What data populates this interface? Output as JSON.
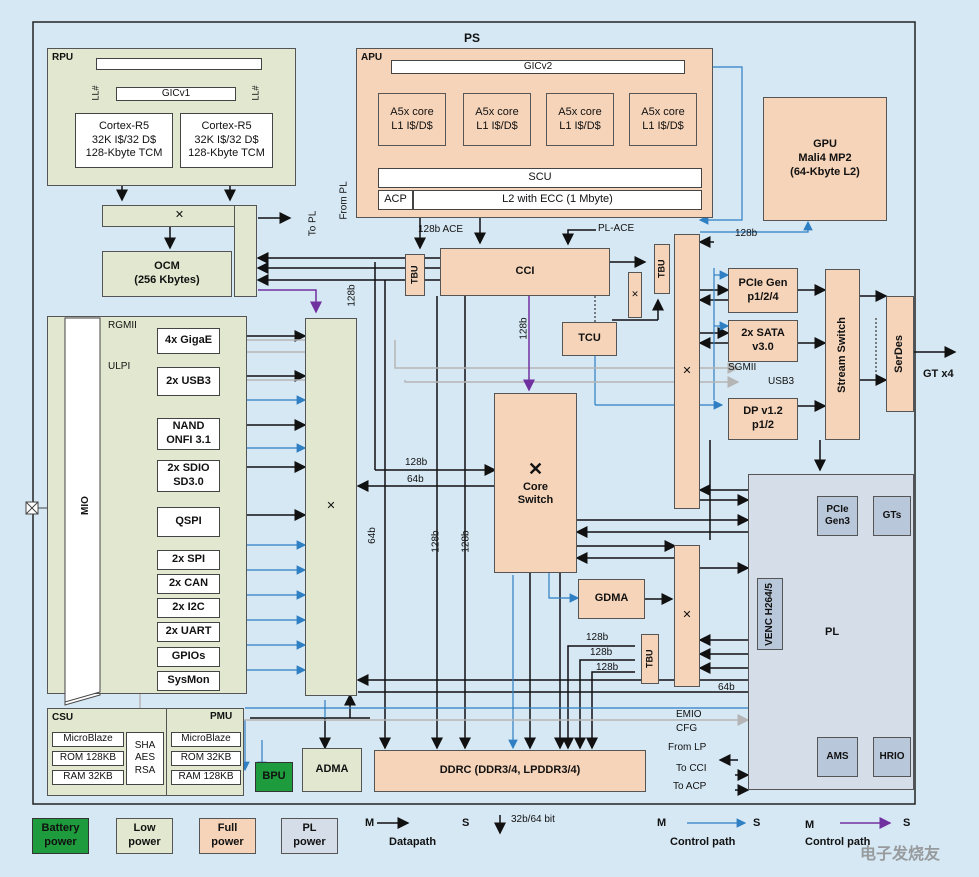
{
  "colors": {
    "bg": "#d6e8f4",
    "low": "#e1e8cf",
    "full": "#f6d4b9",
    "pl": "#d4dde8",
    "battery": "#1e9b3c",
    "control": "#2e7fc3",
    "purple": "#7030a0"
  },
  "ps": {
    "title": "PS"
  },
  "rpu": {
    "title": "RPU",
    "gic": "GICv1",
    "ll1": "LL#",
    "ll2": "LL#",
    "cores": [
      {
        "l1": "Cortex-R5",
        "l2": "32K I$/32 D$",
        "l3": "128-Kbyte TCM"
      },
      {
        "l1": "Cortex-R5",
        "l2": "32K I$/32 D$",
        "l3": "128-Kbyte TCM"
      }
    ]
  },
  "ocm": {
    "l1": "OCM",
    "l2": "(256 Kbytes)"
  },
  "to_pl": "To PL",
  "from_pl": "From PL",
  "apu": {
    "title": "APU",
    "gic": "GICv2",
    "cores": [
      {
        "l1": "A5x core",
        "l2": "L1 I$/D$"
      },
      {
        "l1": "A5x core",
        "l2": "L1 I$/D$"
      },
      {
        "l1": "A5x core",
        "l2": "L1 I$/D$"
      },
      {
        "l1": "A5x core",
        "l2": "L1 I$/D$"
      }
    ],
    "scu": "SCU",
    "acp": "ACP",
    "l2": "L2 with ECC (1 Mbyte)"
  },
  "gpu": {
    "l1": "GPU",
    "l2": "Mali4 MP2",
    "l3": "(64-Kbyte L2)"
  },
  "cci": "CCI",
  "tbu": "TBU",
  "tcu": "TCU",
  "core_switch": {
    "l1": "Core",
    "l2": "Switch"
  },
  "gdma": "GDMA",
  "adma": "ADMA",
  "bpu": "BPU",
  "ddrc": "DDRC (DDR3/4, LPDDR3/4)",
  "pcie_gen": {
    "l1": "PCIe Gen",
    "l2": "p1/2/4"
  },
  "sata": {
    "l1": "2x SATA",
    "l2": "v3.0"
  },
  "dp": {
    "l1": "DP v1.2",
    "l2": "p1/2"
  },
  "stream_switch": "Stream Switch",
  "serdes": "SerDes",
  "gt": "GT x4",
  "mio": "MIO",
  "peripherals": [
    {
      "l1": "4x GigaE"
    },
    {
      "l1": "2x USB3"
    },
    {
      "l1": "NAND",
      "l2": "ONFI 3.1"
    },
    {
      "l1": "2x SDIO",
      "l2": "SD3.0"
    },
    {
      "l1": "QSPI"
    },
    {
      "l1": "2x SPI"
    },
    {
      "l1": "2x CAN"
    },
    {
      "l1": "2x I2C"
    },
    {
      "l1": "2x UART"
    },
    {
      "l1": "GPIOs"
    },
    {
      "l1": "SysMon"
    }
  ],
  "labels": {
    "rgmii": "RGMII",
    "ulpi": "ULPI",
    "sgmii": "SGMII",
    "usb3": "USB3",
    "ace_128": "128b ACE",
    "pl_ace": "PL-ACE",
    "b128": "128b",
    "b64": "64b",
    "emio": "EMIO",
    "cfg": "CFG",
    "from_lp": "From LP",
    "to_cci": "To CCI",
    "to_acp": "To ACP",
    "ddr_bus": "32b/64 bit"
  },
  "csu": {
    "title": "CSU",
    "items": [
      "MicroBlaze",
      "ROM 128KB",
      "RAM 32KB"
    ],
    "sec": [
      "SHA",
      "AES",
      "RSA"
    ]
  },
  "pmu": {
    "title": "PMU",
    "items": [
      "MicroBlaze",
      "ROM 32KB",
      "RAM 128KB"
    ]
  },
  "pl": {
    "title": "PL",
    "pcie": {
      "l1": "PCIe",
      "l2": "Gen3"
    },
    "gts": "GTs",
    "venc": {
      "l1": "VENC",
      "l2": "H264/5"
    },
    "ams": "AMS",
    "hrio": "HRIO"
  },
  "legend": {
    "battery": {
      "l1": "Battery",
      "l2": "power"
    },
    "low": {
      "l1": "Low",
      "l2": "power"
    },
    "full": {
      "l1": "Full",
      "l2": "power"
    },
    "pl": {
      "l1": "PL",
      "l2": "power"
    },
    "m": "M",
    "s": "S",
    "datapath": "Datapath",
    "control_path": "Control path",
    "control_path2": "Control path"
  },
  "watermark": "电子发烧友"
}
